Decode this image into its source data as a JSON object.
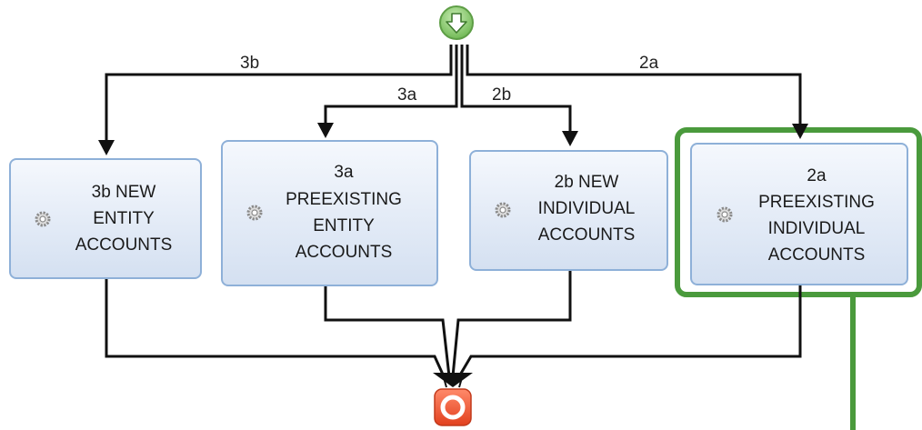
{
  "diagram": {
    "tasks": [
      {
        "id": "3b",
        "lines": [
          "3b NEW",
          "ENTITY",
          "ACCOUNTS"
        ]
      },
      {
        "id": "3a",
        "lines": [
          "3a",
          "PREEXISTING",
          "ENTITY",
          "ACCOUNTS"
        ]
      },
      {
        "id": "2b",
        "lines": [
          "2b NEW",
          "INDIVIDUAL",
          "ACCOUNTS"
        ]
      },
      {
        "id": "2a",
        "lines": [
          "2a",
          "PREEXISTING",
          "INDIVIDUAL",
          "ACCOUNTS"
        ],
        "highlighted": true
      }
    ],
    "edge_labels": {
      "e3b": "3b",
      "e3a": "3a",
      "e2b": "2b",
      "e2a": "2a"
    },
    "start_event": {
      "icon": "down-arrow-icon",
      "color": "#7cc464"
    },
    "end_event": {
      "icon": "stop-circle-icon",
      "color": "#ee5a3c"
    },
    "task_icon": "gear-icon",
    "highlight_color": "#4a9a3c"
  }
}
